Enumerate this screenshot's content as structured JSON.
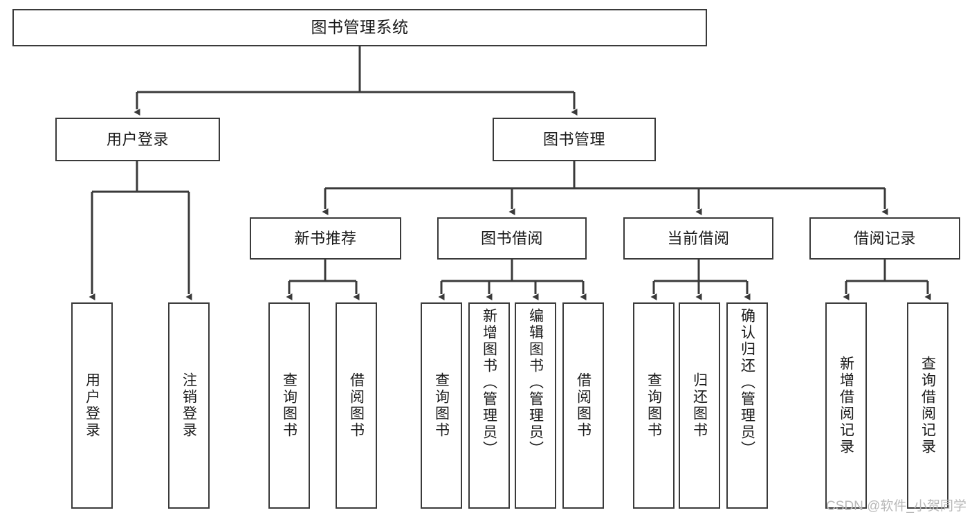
{
  "diagram": {
    "title": "图书管理系统",
    "type": "tree",
    "orientation": "top-down",
    "colors": {
      "box_border": "#3a3a3a",
      "box_fill": "#ffffff",
      "connector": "#3a3a3a",
      "text": "#1a1a1a",
      "watermark": "#b9b9b9",
      "background": "#ffffff"
    },
    "nodes": {
      "root": {
        "label": "图书管理系统"
      },
      "level2": [
        {
          "id": "user-login",
          "label": "用户登录"
        },
        {
          "id": "book-manage",
          "label": "图书管理"
        }
      ],
      "level3": [
        {
          "id": "new-book-recommend",
          "label": "新书推荐"
        },
        {
          "id": "book-borrow",
          "label": "图书借阅"
        },
        {
          "id": "current-borrow",
          "label": "当前借阅"
        },
        {
          "id": "borrow-record",
          "label": "借阅记录"
        }
      ],
      "leaves": {
        "user_login": [
          {
            "id": "leaf-user-login",
            "label": "用户登录"
          },
          {
            "id": "leaf-logout",
            "label": "注销登录"
          }
        ],
        "new_book_recommend": [
          {
            "id": "leaf-query-book-1",
            "label": "查询图书"
          },
          {
            "id": "leaf-borrow-book-1",
            "label": "借阅图书"
          }
        ],
        "book_borrow": [
          {
            "id": "leaf-query-book-2",
            "label": "查询图书"
          },
          {
            "id": "leaf-add-book",
            "label": "新增图书（管理员）"
          },
          {
            "id": "leaf-edit-book",
            "label": "编辑图书（管理员）"
          },
          {
            "id": "leaf-borrow-book-2",
            "label": "借阅图书"
          }
        ],
        "current_borrow": [
          {
            "id": "leaf-query-book-3",
            "label": "查询图书"
          },
          {
            "id": "leaf-return-book",
            "label": "归还图书"
          },
          {
            "id": "leaf-confirm-return",
            "label": "确认归还（管理员）"
          }
        ],
        "borrow_record": [
          {
            "id": "leaf-add-record",
            "label": "新增借阅记录"
          },
          {
            "id": "leaf-query-record",
            "label": "查询借阅记录"
          }
        ]
      }
    }
  },
  "watermark": {
    "text": "CSDN @软件_小贺同学"
  }
}
